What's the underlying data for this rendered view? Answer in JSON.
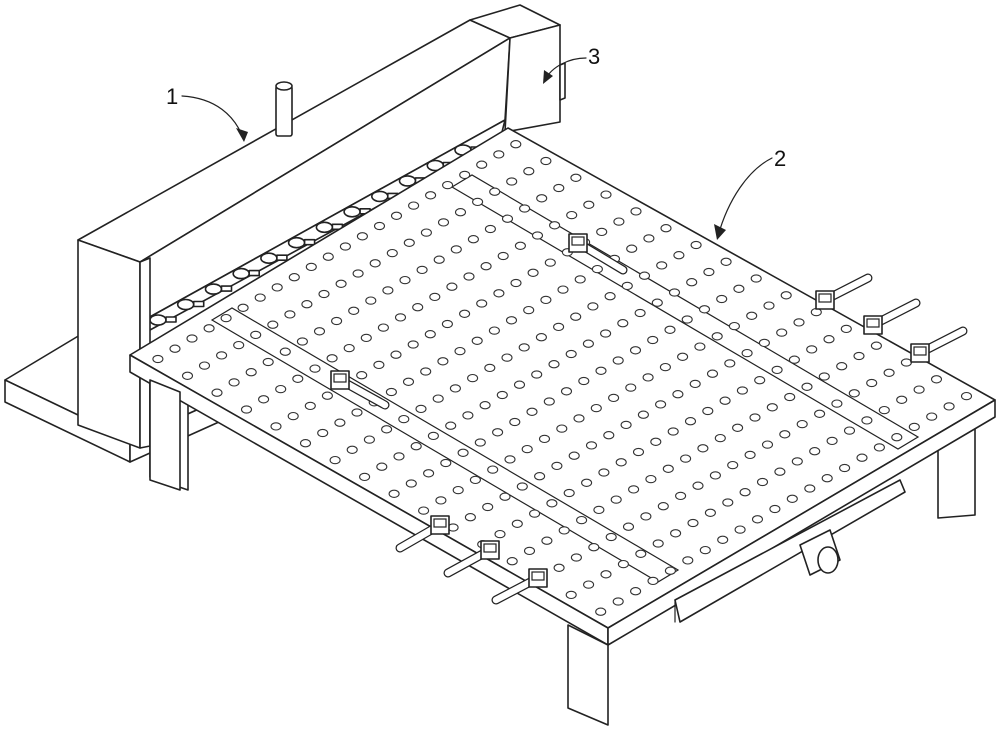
{
  "callouts": [
    {
      "id": "1",
      "label": "1"
    },
    {
      "id": "2",
      "label": "2"
    },
    {
      "id": "3",
      "label": "3"
    }
  ],
  "colors": {
    "line": "#222222",
    "background": "#ffffff"
  },
  "table": {
    "hole_rows": 16,
    "hole_cols": 22
  }
}
